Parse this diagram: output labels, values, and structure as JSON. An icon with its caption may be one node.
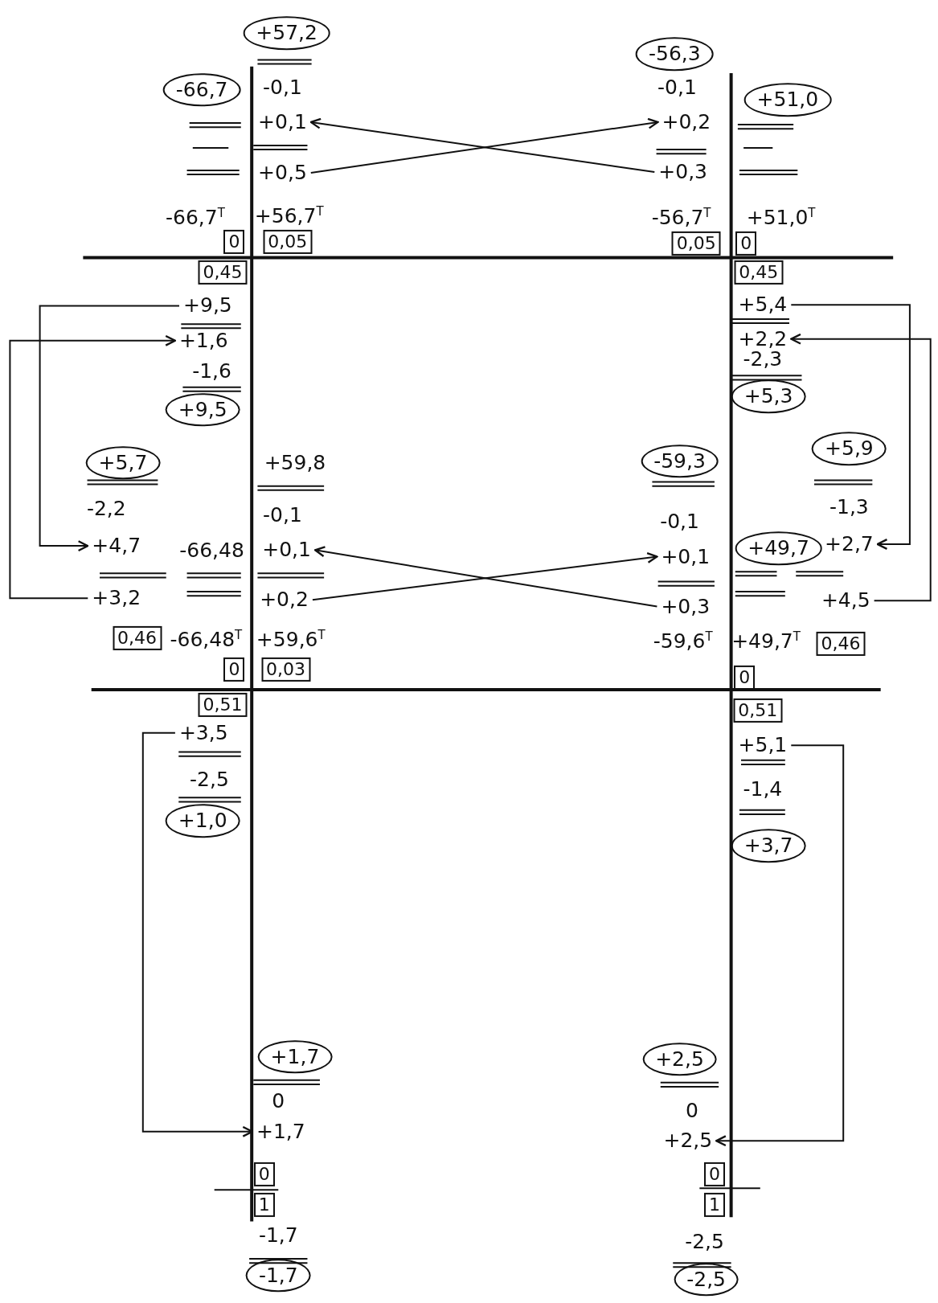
{
  "diagram": {
    "nodes": [
      {
        "text": [
          "+57,2"
        ]
      },
      {
        "text": [
          "-66,7"
        ]
      },
      {
        "text": [
          "-56,3"
        ]
      },
      {
        "text": [
          "+51,0"
        ]
      },
      {
        "text": [
          "+0,1"
        ]
      },
      {
        "text": [
          "+0,2"
        ]
      },
      {
        "text": [
          "+0,5"
        ]
      },
      {
        "text": [
          "+0,3"
        ]
      },
      {
        "text": [
          "0"
        ]
      },
      {
        "text": [
          "0,05"
        ]
      },
      {
        "text": [
          "0,05"
        ]
      },
      {
        "text": [
          "0"
        ]
      },
      {
        "text": [
          "0,45"
        ]
      },
      {
        "text": [
          "0,45"
        ]
      },
      {
        "text": [
          "+9,5"
        ]
      },
      {
        "text": [
          "+5,4"
        ]
      },
      {
        "text": [
          "+1,6"
        ]
      },
      {
        "text": [
          "+2,2"
        ]
      },
      {
        "text": [
          "+9,5"
        ]
      },
      {
        "text": [
          "+5,3"
        ]
      },
      {
        "text": [
          "+5,7"
        ]
      },
      {
        "text": [
          "-59,3"
        ]
      },
      {
        "text": [
          "+5,9"
        ]
      },
      {
        "text": [
          "+4,7"
        ]
      },
      {
        "text": [
          "+0,1"
        ]
      },
      {
        "text": [
          "+49,7"
        ]
      },
      {
        "text": [
          "+0,1"
        ]
      },
      {
        "text": [
          "+2,7"
        ]
      },
      {
        "text": [
          "+3,2"
        ]
      },
      {
        "text": [
          "+0,2"
        ]
      },
      {
        "text": [
          "+0,3"
        ]
      },
      {
        "text": [
          "+4,5"
        ]
      },
      {
        "text": [
          "0,46"
        ]
      },
      {
        "text": [
          "0,46"
        ]
      },
      {
        "text": [
          "0"
        ]
      },
      {
        "text": [
          "0,03"
        ]
      },
      {
        "text": [
          "0"
        ]
      },
      {
        "text": [
          "0,51"
        ]
      },
      {
        "text": [
          "0,51"
        ]
      },
      {
        "text": [
          "+3,5"
        ]
      },
      {
        "text": [
          "+5,1"
        ]
      },
      {
        "text": [
          "+1,0"
        ]
      },
      {
        "text": [
          "+3,7"
        ]
      },
      {
        "text": [
          "+1,7"
        ]
      },
      {
        "text": [
          "+2,5"
        ]
      },
      {
        "text": [
          "+1,7"
        ]
      },
      {
        "text": [
          "+2,5"
        ]
      },
      {
        "text": [
          "0"
        ]
      },
      {
        "text": [
          "1"
        ]
      },
      {
        "text": [
          "0"
        ]
      },
      {
        "text": [
          "1"
        ]
      },
      {
        "text": [
          "-1,7"
        ]
      },
      {
        "text": [
          "-2,5"
        ]
      }
    ],
    "edges": [
      {
        "from": 6,
        "to": 5,
        "arrow": "to"
      },
      {
        "from": 7,
        "to": 4,
        "arrow": "to"
      },
      {
        "from": 14,
        "to": 23,
        "arrow": "to"
      },
      {
        "from": 28,
        "to": 16,
        "arrow": "to"
      },
      {
        "from": 29,
        "to": 26,
        "arrow": "to"
      },
      {
        "from": 30,
        "to": 24,
        "arrow": "to"
      },
      {
        "from": 15,
        "to": 27,
        "arrow": "to"
      },
      {
        "from": 31,
        "to": 17,
        "arrow": "to"
      },
      {
        "from": 39,
        "to": 45,
        "arrow": "to"
      },
      {
        "from": 40,
        "to": 46,
        "arrow": "to"
      }
    ],
    "labels": [
      "-0,1",
      "-0,1",
      "-66,7$^{T}$",
      "+56,7$^{T}$",
      "-56,7$^{T}$",
      "+51,0$^{T}$",
      "-1,6",
      "-2,3",
      "+59,8",
      "-2,2",
      "-0,1",
      "-1,3",
      "-0,1",
      "-66,48",
      "-66,48$^{T}$",
      "+59,6$^{T}$",
      "-59,6$^{T}$",
      "+49,7$^{T}$",
      "-2,5",
      "-1,4",
      "0",
      "0",
      "-1,7",
      "-2,5"
    ]
  }
}
